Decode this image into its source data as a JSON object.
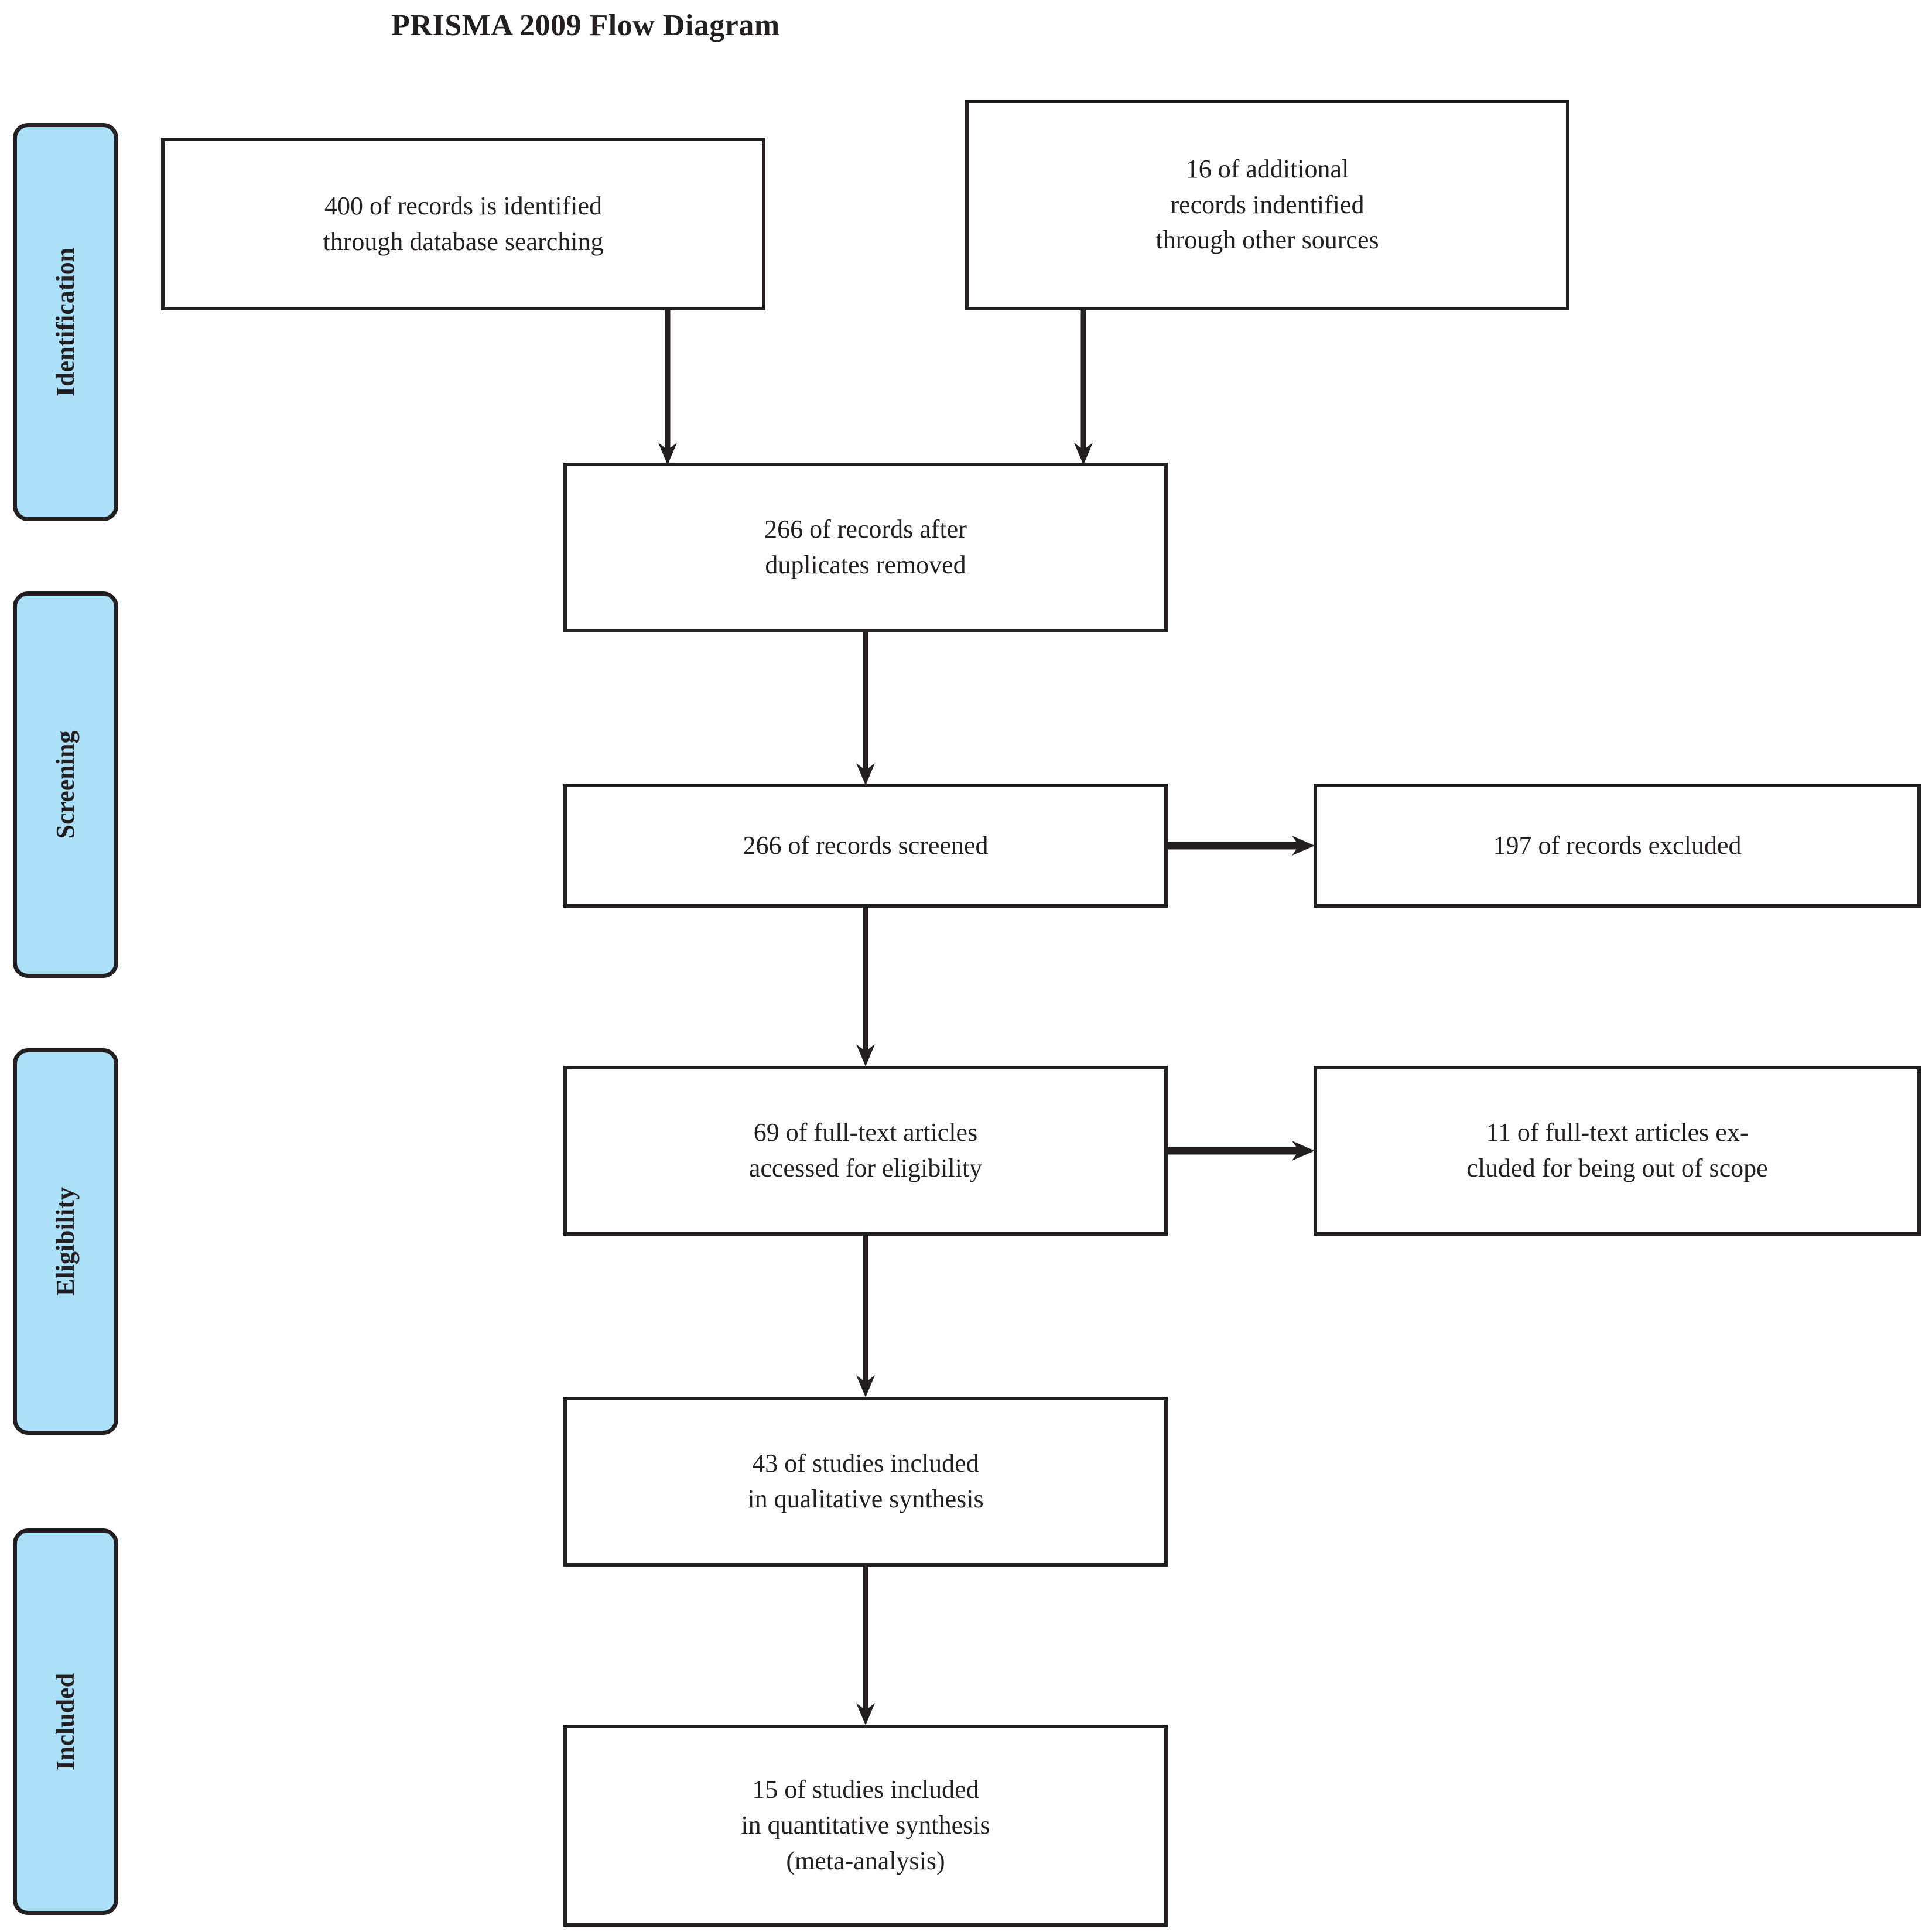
{
  "title": "PRISMA 2009 Flow Diagram",
  "colors": {
    "stage_fill": "#ACE0F9",
    "stroke": "#231F20",
    "box_fill": "#FFFFFF",
    "page_background": "#FFFFFF"
  },
  "stages": [
    {
      "id": "identification",
      "label": "Identification"
    },
    {
      "id": "screening",
      "label": "Screening"
    },
    {
      "id": "eligibility",
      "label": "Eligibility"
    },
    {
      "id": "included",
      "label": "Included"
    }
  ],
  "boxes": {
    "database_records": {
      "text": "400 of records is identified\nthrough database searching",
      "count": 400
    },
    "other_records": {
      "text": "16 of additional\nrecords indentified\nthrough other sources",
      "count": 16
    },
    "duplicates_removed": {
      "text": "266 of records after\nduplicates removed",
      "count": 266
    },
    "records_screened": {
      "text": "266 of records screened",
      "count": 266
    },
    "records_excluded": {
      "text": "197 of records excluded",
      "count": 197
    },
    "fulltext_assessed": {
      "text": "69 of full-text articles\naccessed for eligibility",
      "count": 69
    },
    "fulltext_excluded": {
      "text": "11 of full-text articles ex-\ncluded for being out of scope",
      "count": 11
    },
    "qualitative_synthesis": {
      "text": "43 of studies included\nin qualitative synthesis",
      "count": 43
    },
    "quantitative_synthesis": {
      "text": "15 of studies included\nin quantitative synthesis\n(meta-analysis)",
      "count": 15
    }
  },
  "flows": [
    {
      "from": "database_records",
      "to": "duplicates_removed",
      "direction": "down"
    },
    {
      "from": "other_records",
      "to": "duplicates_removed",
      "direction": "down"
    },
    {
      "from": "duplicates_removed",
      "to": "records_screened",
      "direction": "down"
    },
    {
      "from": "records_screened",
      "to": "records_excluded",
      "direction": "right"
    },
    {
      "from": "records_screened",
      "to": "fulltext_assessed",
      "direction": "down"
    },
    {
      "from": "fulltext_assessed",
      "to": "fulltext_excluded",
      "direction": "right"
    },
    {
      "from": "fulltext_assessed",
      "to": "qualitative_synthesis",
      "direction": "down"
    },
    {
      "from": "qualitative_synthesis",
      "to": "quantitative_synthesis",
      "direction": "down"
    }
  ]
}
